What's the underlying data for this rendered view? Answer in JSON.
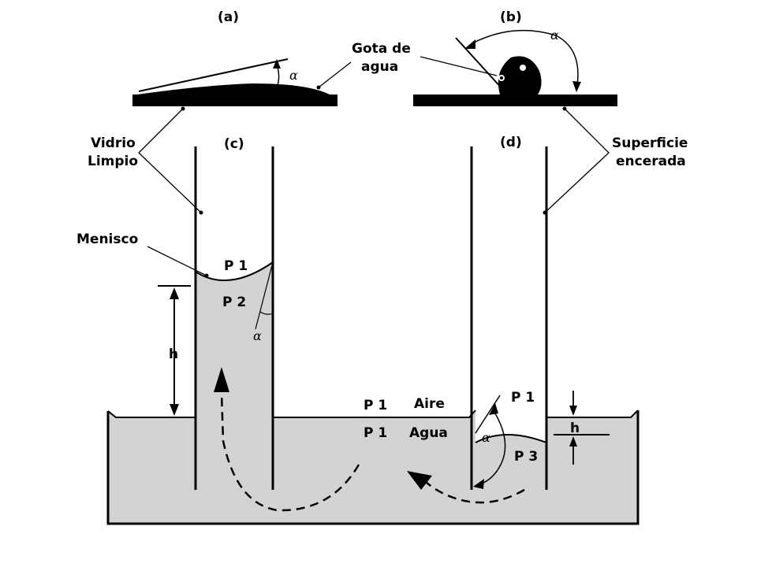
{
  "panels": {
    "a": "(a)",
    "b": "(b)",
    "c": "(c)",
    "d": "(d)"
  },
  "labels": {
    "drop_line1": "Gota de",
    "drop_line2": "agua",
    "glass_line1": "Vidrio",
    "glass_line2": "Limpio",
    "waxed_line1": "Superficie",
    "waxed_line2": "encerada",
    "meniscus": "Menisco",
    "air": "Aire",
    "water": "Agua"
  },
  "symbols": {
    "alpha": "α",
    "height": "h",
    "p1": "P 1",
    "p2": "P 2",
    "p3": "P 3"
  },
  "colors": {
    "water": "#d3d3d3",
    "ink": "#000000",
    "background": "#ffffff"
  }
}
